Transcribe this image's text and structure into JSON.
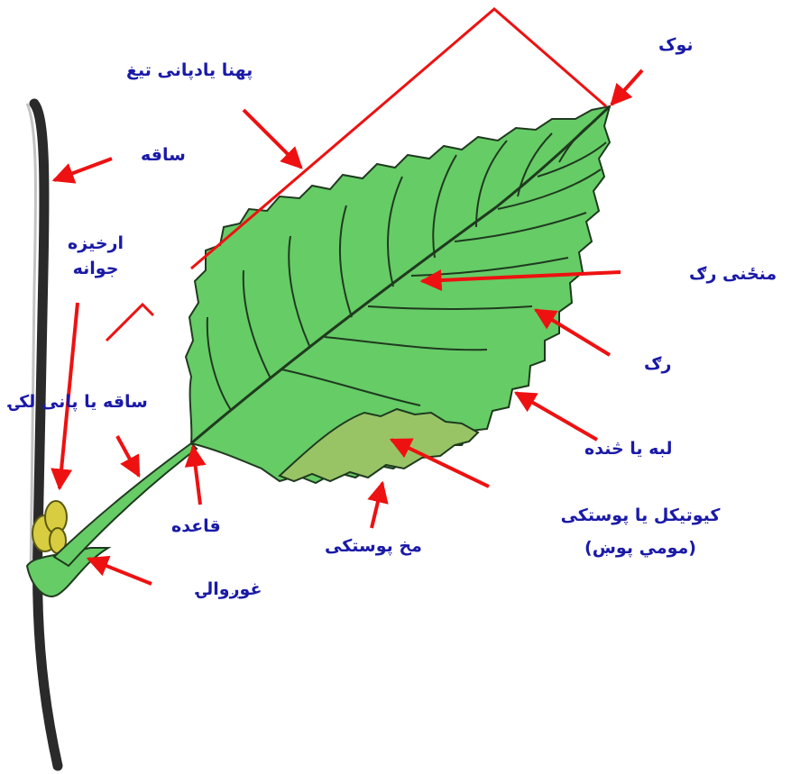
{
  "labels": {
    "tip": "نوک",
    "blade_width": "پهنا یادپانی تیغ",
    "stem": "ساقه",
    "bud_line1": "ارخیزه",
    "bud_line2": "جوانه",
    "midrib": "منځنی رګ",
    "vein": "رګ",
    "petiole": "ساقه یا پانی لکۍ",
    "margin": "لبه یا څنده",
    "base": "قاعده",
    "upper_surface": "مخ پوستکی",
    "cuticle_line1": "کیوتیکل یا پوستکی",
    "cuticle_line2": "(مومي پوښ)",
    "stipule": "غوږوالۍ"
  },
  "colors": {
    "label_text": "#1a1aa8",
    "arrow": "#ee1111",
    "leaf_fill": "#66cc66",
    "leaf_underside": "#99c466",
    "vein_line": "#1f3a1f",
    "bud": "#d8cc40",
    "stem": "#2a2a2a"
  }
}
